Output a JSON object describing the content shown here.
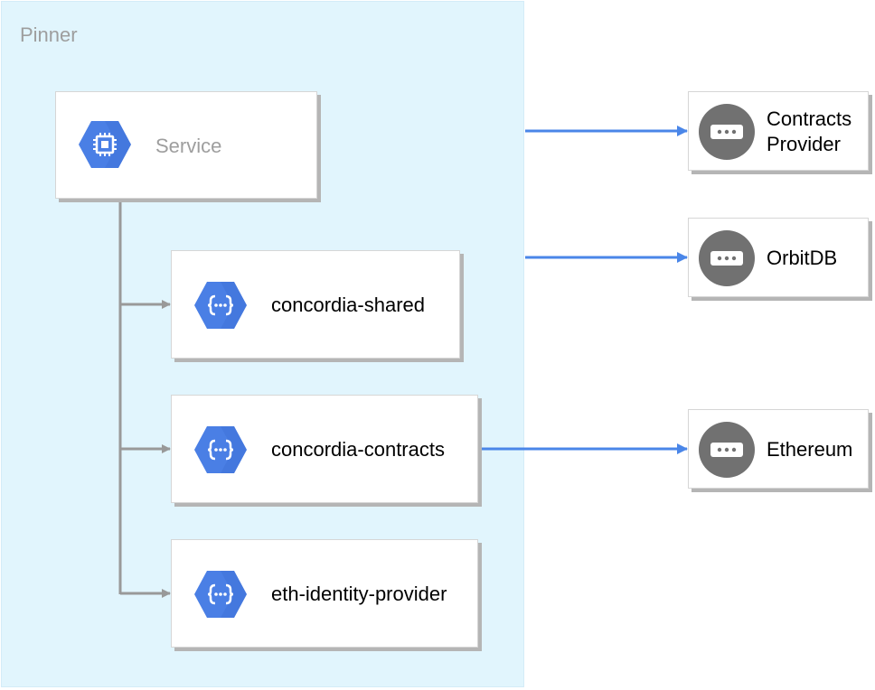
{
  "group": {
    "title": "Pinner"
  },
  "service": {
    "label": "Service",
    "icon": "compute-engine-icon"
  },
  "components": [
    {
      "label": "concordia-shared",
      "icon": "cloud-endpoints-icon"
    },
    {
      "label": "concordia-contracts",
      "icon": "cloud-endpoints-icon"
    },
    {
      "label": "eth-identity-provider",
      "icon": "cloud-endpoints-icon"
    }
  ],
  "externals": [
    {
      "line1": "Contracts",
      "line2": "Provider",
      "icon": "external-service-icon"
    },
    {
      "line1": "OrbitDB",
      "line2": "",
      "icon": "external-service-icon"
    },
    {
      "line1": "Ethereum",
      "line2": "",
      "icon": "external-service-icon"
    }
  ],
  "colors": {
    "group_bg": "#e1f5fd",
    "hexagon_blue": "#4a7fe5",
    "arrow_blue": "#4a86e8",
    "connector_gray": "#999999",
    "external_gray": "#717171"
  }
}
